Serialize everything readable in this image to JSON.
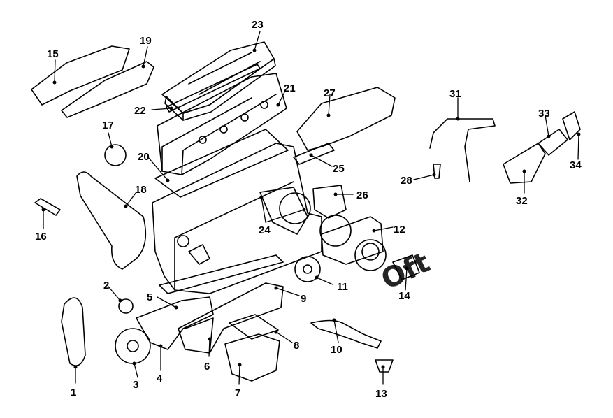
{
  "diagram": {
    "watermark": "Oft",
    "callouts": [
      "1",
      "2",
      "3",
      "4",
      "5",
      "6",
      "7",
      "8",
      "9",
      "10",
      "11",
      "12",
      "13",
      "14",
      "15",
      "16",
      "17",
      "18",
      "19",
      "20",
      "21",
      "22",
      "23",
      "24",
      "25",
      "26",
      "27",
      "28",
      "31",
      "32",
      "33",
      "34"
    ]
  }
}
